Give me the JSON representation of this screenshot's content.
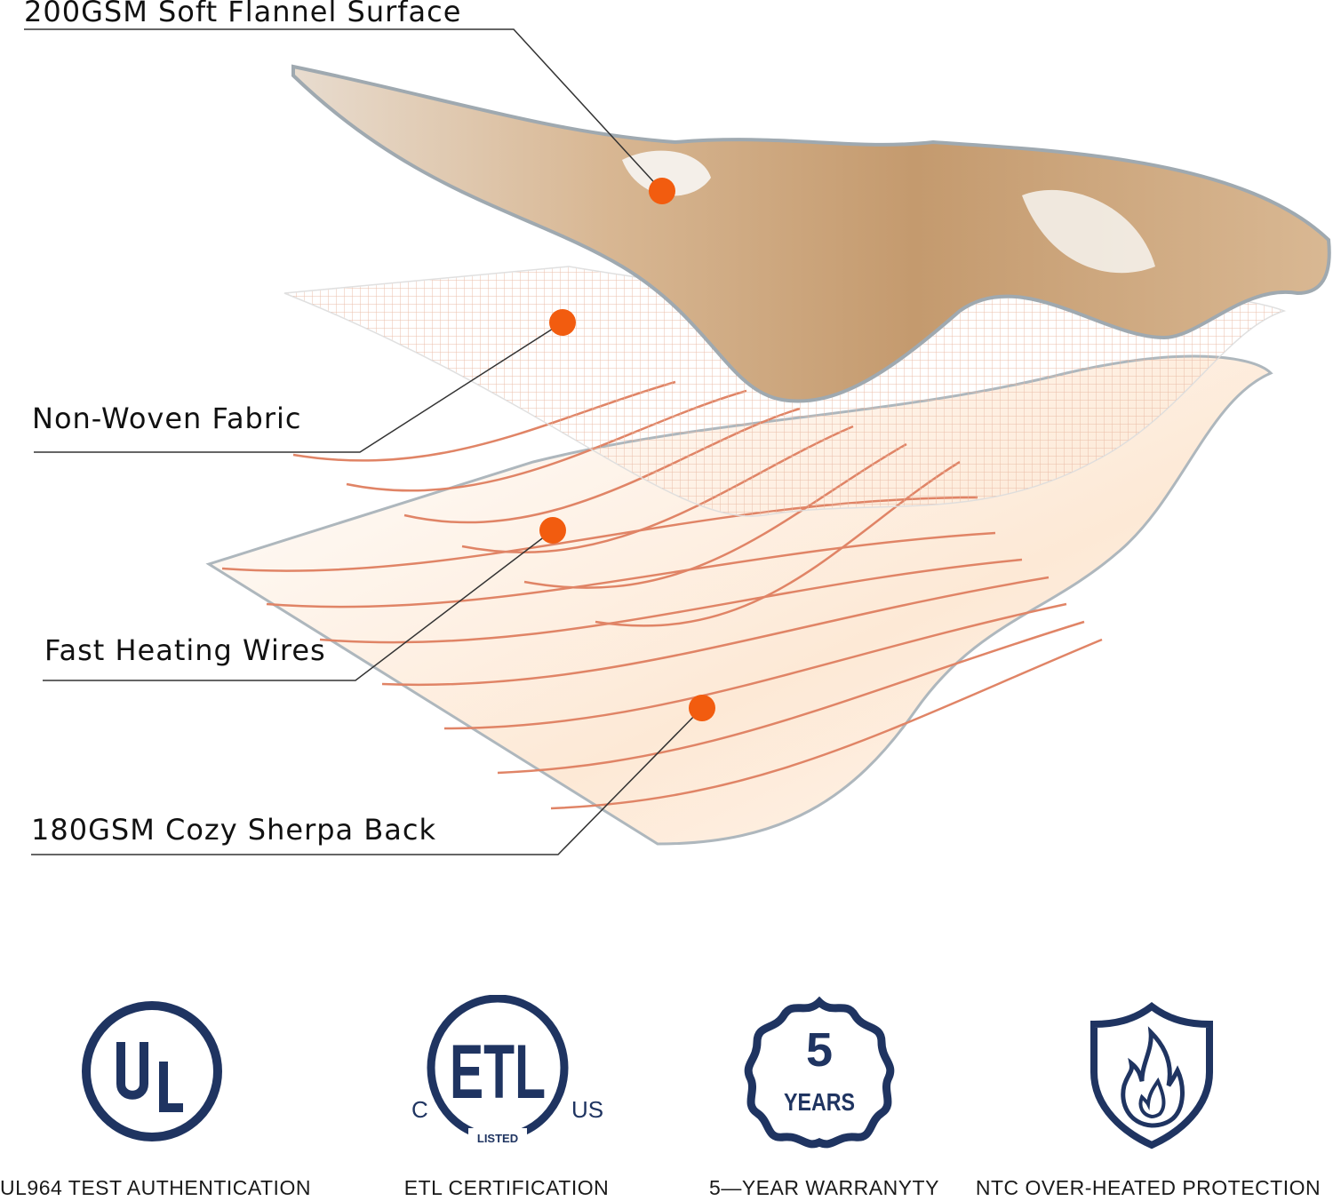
{
  "layers": [
    {
      "label": "200GSM Soft Flannel Surface"
    },
    {
      "label": "Non-Woven Fabric"
    },
    {
      "label": "Fast Heating Wires"
    },
    {
      "label": "180GSM Cozy Sherpa Back"
    }
  ],
  "certifications": [
    {
      "caption": "UL964 TEST AUTHENTICATION",
      "icon": "ul-logo-icon",
      "logo_text": "UL"
    },
    {
      "caption": "ETL CERTIFICATION",
      "icon": "etl-logo-icon",
      "logo_text": "ETL",
      "sub": [
        "C",
        "US",
        "LISTED"
      ]
    },
    {
      "caption": "5—YEAR WARRANYTY",
      "icon": "five-years-badge-icon",
      "logo_text": [
        "5",
        "YEARS"
      ]
    },
    {
      "caption": "NTC OVER-HEATED PROTECTION",
      "icon": "flame-shield-icon"
    }
  ],
  "colors": {
    "navy": "#1f3461",
    "dot": "#f25c0f",
    "wire": "#e07f5f",
    "flannel": "#c9a27a"
  }
}
